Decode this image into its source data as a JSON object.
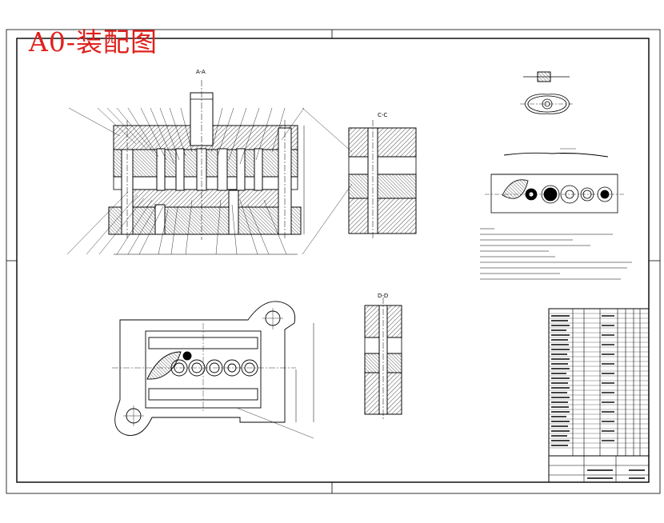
{
  "title": "A0-装配图",
  "views": {
    "section_aa": "A-A",
    "section_cc": "C-C",
    "section_dd": "D-D"
  },
  "colors": {
    "title_red": "#e0201c",
    "line": "#000000",
    "background": "#ffffff"
  },
  "icons": [
    "frame-border",
    "centerline",
    "hatch-section",
    "leader-line"
  ]
}
